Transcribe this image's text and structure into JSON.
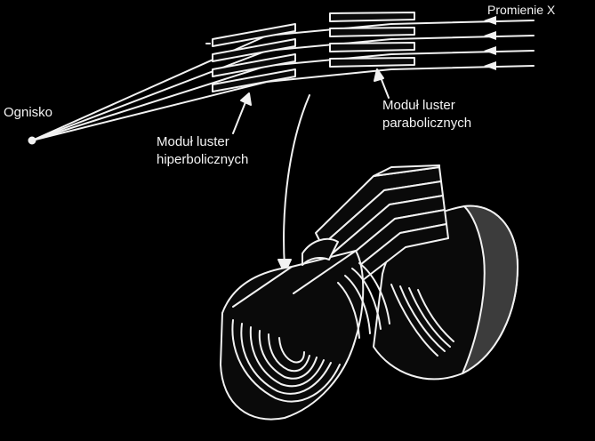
{
  "labels": {
    "xray": "Promienie X",
    "focus": "Ognisko",
    "parabolic_module": [
      "Moduł luster",
      "parabolicznych"
    ],
    "hyperbolic_module": [
      "Moduł luster",
      "hiperbolicznych"
    ]
  },
  "colors": {
    "background": "#000000",
    "line": "#f2f2f2",
    "fill_dark": "#0a0a0a",
    "fill_shadow": "#3c3c3c"
  }
}
